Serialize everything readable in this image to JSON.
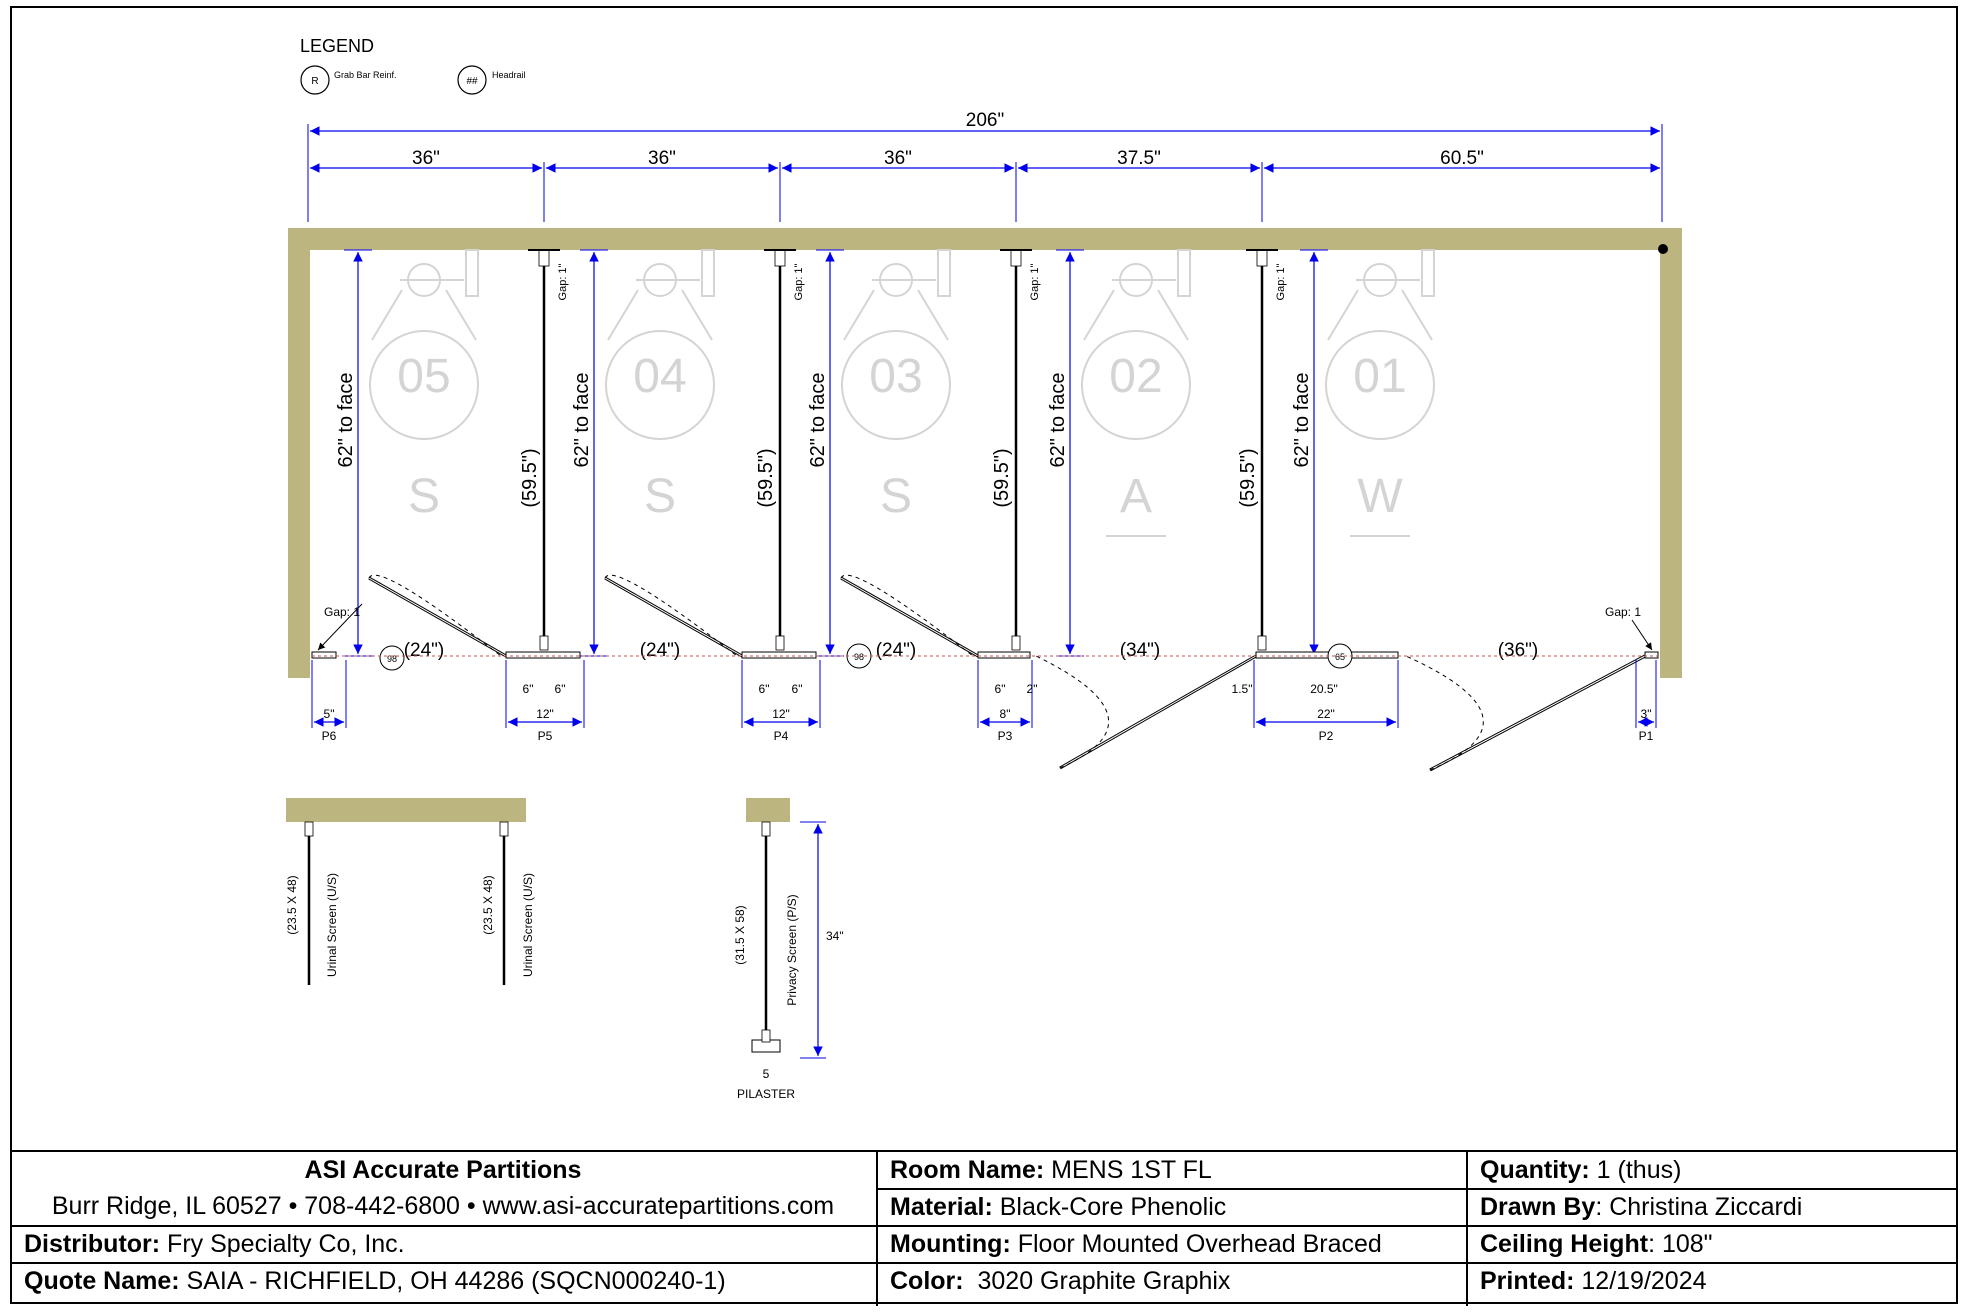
{
  "legend": {
    "title": "LEGEND",
    "items": [
      {
        "symbol": "R",
        "label": "Grab Bar Reinf."
      },
      {
        "symbol": "##",
        "label": "Headrail"
      }
    ]
  },
  "dimensions": {
    "overall": "206\"",
    "segments": [
      "36\"",
      "36\"",
      "36\"",
      "37.5\"",
      "60.5\""
    ]
  },
  "stalls": [
    {
      "number": "05",
      "type": "S",
      "depth": "62\" to face",
      "door": "(24\")"
    },
    {
      "number": "04",
      "type": "S",
      "depth": "62\" to face",
      "door": "(24\")"
    },
    {
      "number": "03",
      "type": "S",
      "depth": "62\" to face",
      "door": "(24\")"
    },
    {
      "number": "02",
      "type": "A",
      "depth": "62\" to face",
      "door": "(34\")"
    },
    {
      "number": "01",
      "type": "W",
      "depth": "62\" to face",
      "door": "(36\")"
    }
  ],
  "panels": {
    "depth": "(59.5\")",
    "gap": "Gap: 1\""
  },
  "gaps": {
    "left": "Gap: 1",
    "right": "Gap: 1"
  },
  "reinf": [
    "98",
    "98",
    "65"
  ],
  "pilasters": [
    {
      "id": "P6",
      "total": "5\"",
      "parts": []
    },
    {
      "id": "P5",
      "total": "12\"",
      "parts": [
        "6\"",
        "6\""
      ]
    },
    {
      "id": "P4",
      "total": "12\"",
      "parts": [
        "6\"",
        "6\""
      ]
    },
    {
      "id": "P3",
      "total": "8\"",
      "parts": [
        "6\"",
        "2\""
      ]
    },
    {
      "id": "P2",
      "total": "22\"",
      "parts": [
        "1.5\"",
        "20.5\""
      ]
    },
    {
      "id": "P1",
      "total": "3\"",
      "parts": []
    }
  ],
  "screens": {
    "urinal": [
      {
        "size": "(23.5 X 48)",
        "label": "Urinal Screen (U/S)"
      },
      {
        "size": "(23.5 X 48)",
        "label": "Urinal Screen (U/S)"
      }
    ],
    "privacy": {
      "size": "(31.5 X 58)",
      "label": "Privacy Screen (P/S)",
      "height": "34\"",
      "count": "5",
      "caption": "PILASTER"
    }
  },
  "titleblock": {
    "company": "ASI Accurate Partitions",
    "address": "Burr Ridge, IL 60527 • 708-442-6800 • www.asi-accuratepartitions.com",
    "distributor_label": "Distributor:",
    "distributor": " Fry Specialty Co, Inc.",
    "quote_label": "Quote Name:",
    "quote": " SAIA - RICHFIELD, OH 44286 (SQCN000240-1)",
    "room_label": "Room Name:",
    "room": " MENS 1ST FL",
    "material_label": "Material:",
    "material": " Black-Core Phenolic",
    "mounting_label": "Mounting:",
    "mounting": " Floor Mounted Overhead Braced",
    "color_label": "Color:",
    "color": "  3020 Graphite Graphix",
    "quantity_label": "Quantity:",
    "quantity": " 1 (thus)",
    "drawn_label": "Drawn By",
    "drawn": ": Christina Ziccardi",
    "ceiling_label": "Ceiling Height",
    "ceiling": ": 108\"",
    "printed_label": "Printed:",
    "printed": " 12/19/2024"
  },
  "colors": {
    "wall": "#bcb57f",
    "dim": "#0000ee",
    "stall_text": "#d4d4d4"
  }
}
